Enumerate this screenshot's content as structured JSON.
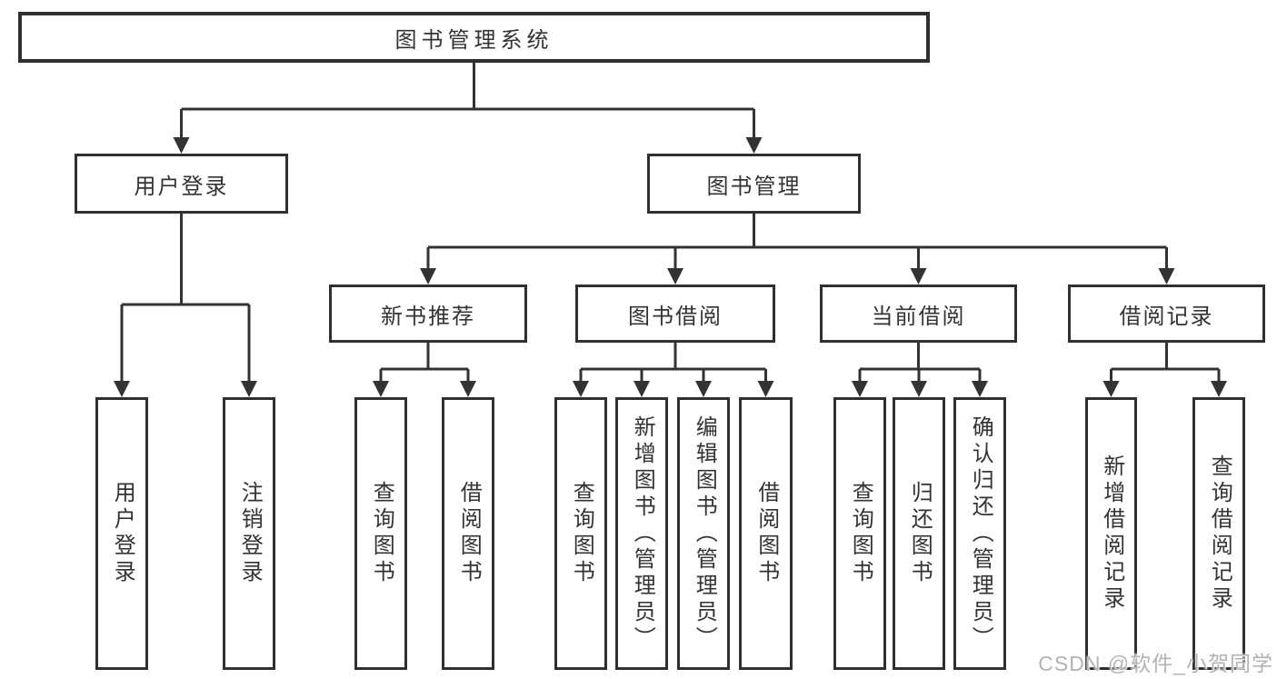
{
  "diagram_title": "图书管理系统",
  "watermark": "CSDN @软件_小贺同学",
  "colors": {
    "background": "#ffffff",
    "box_border": "#2f2f2f",
    "line": "#333333",
    "text": "#333333",
    "watermark": "#b3b3b3"
  },
  "tree": {
    "label": "图书管理系统",
    "children": [
      {
        "label": "用户登录",
        "children": [
          {
            "label": "用户登录"
          },
          {
            "label": "注销登录"
          }
        ]
      },
      {
        "label": "图书管理",
        "children": [
          {
            "label": "新书推荐",
            "children": [
              {
                "label": "查询图书"
              },
              {
                "label": "借阅图书"
              }
            ]
          },
          {
            "label": "图书借阅",
            "children": [
              {
                "label": "查询图书"
              },
              {
                "label": "新增图书（管理员）"
              },
              {
                "label": "编辑图书（管理员）"
              },
              {
                "label": "借阅图书"
              }
            ]
          },
          {
            "label": "当前借阅",
            "children": [
              {
                "label": "查询图书"
              },
              {
                "label": "归还图书"
              },
              {
                "label": "确认归还（管理员）"
              }
            ]
          },
          {
            "label": "借阅记录",
            "children": [
              {
                "label": "新增借阅记录"
              },
              {
                "label": "查询借阅记录"
              }
            ]
          }
        ]
      }
    ]
  }
}
